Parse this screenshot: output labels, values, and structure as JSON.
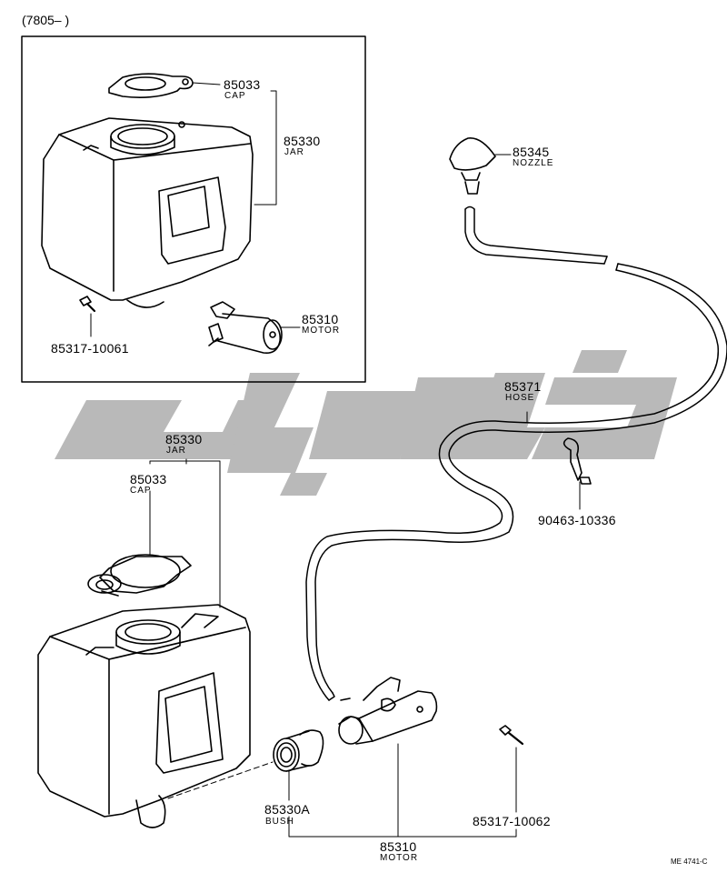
{
  "header": {
    "range": "(7805–       )"
  },
  "parts": {
    "cap_top": {
      "number": "85033",
      "name": "CAP"
    },
    "jar_top": {
      "number": "85330",
      "name": "JAR"
    },
    "screw_top": {
      "number": "85317-10061"
    },
    "motor_top": {
      "number": "85310",
      "name": "MOTOR"
    },
    "nozzle": {
      "number": "85345",
      "name": "NOZZLE"
    },
    "hose": {
      "number": "85371",
      "name": "HOSE"
    },
    "clamp": {
      "number": "90463-10336"
    },
    "jar_bottom": {
      "number": "85330",
      "name": "JAR"
    },
    "cap_bottom": {
      "number": "85033",
      "name": "CAP"
    },
    "bush": {
      "number": "85330A",
      "name": "BUSH"
    },
    "motor_bottom": {
      "number": "85310",
      "name": "MOTOR"
    },
    "screw_bottom": {
      "number": "85317-10062"
    }
  },
  "footer": {
    "code": "ME 4741-C"
  },
  "colors": {
    "line": "#000000",
    "watermark": "#b8b8b8"
  }
}
